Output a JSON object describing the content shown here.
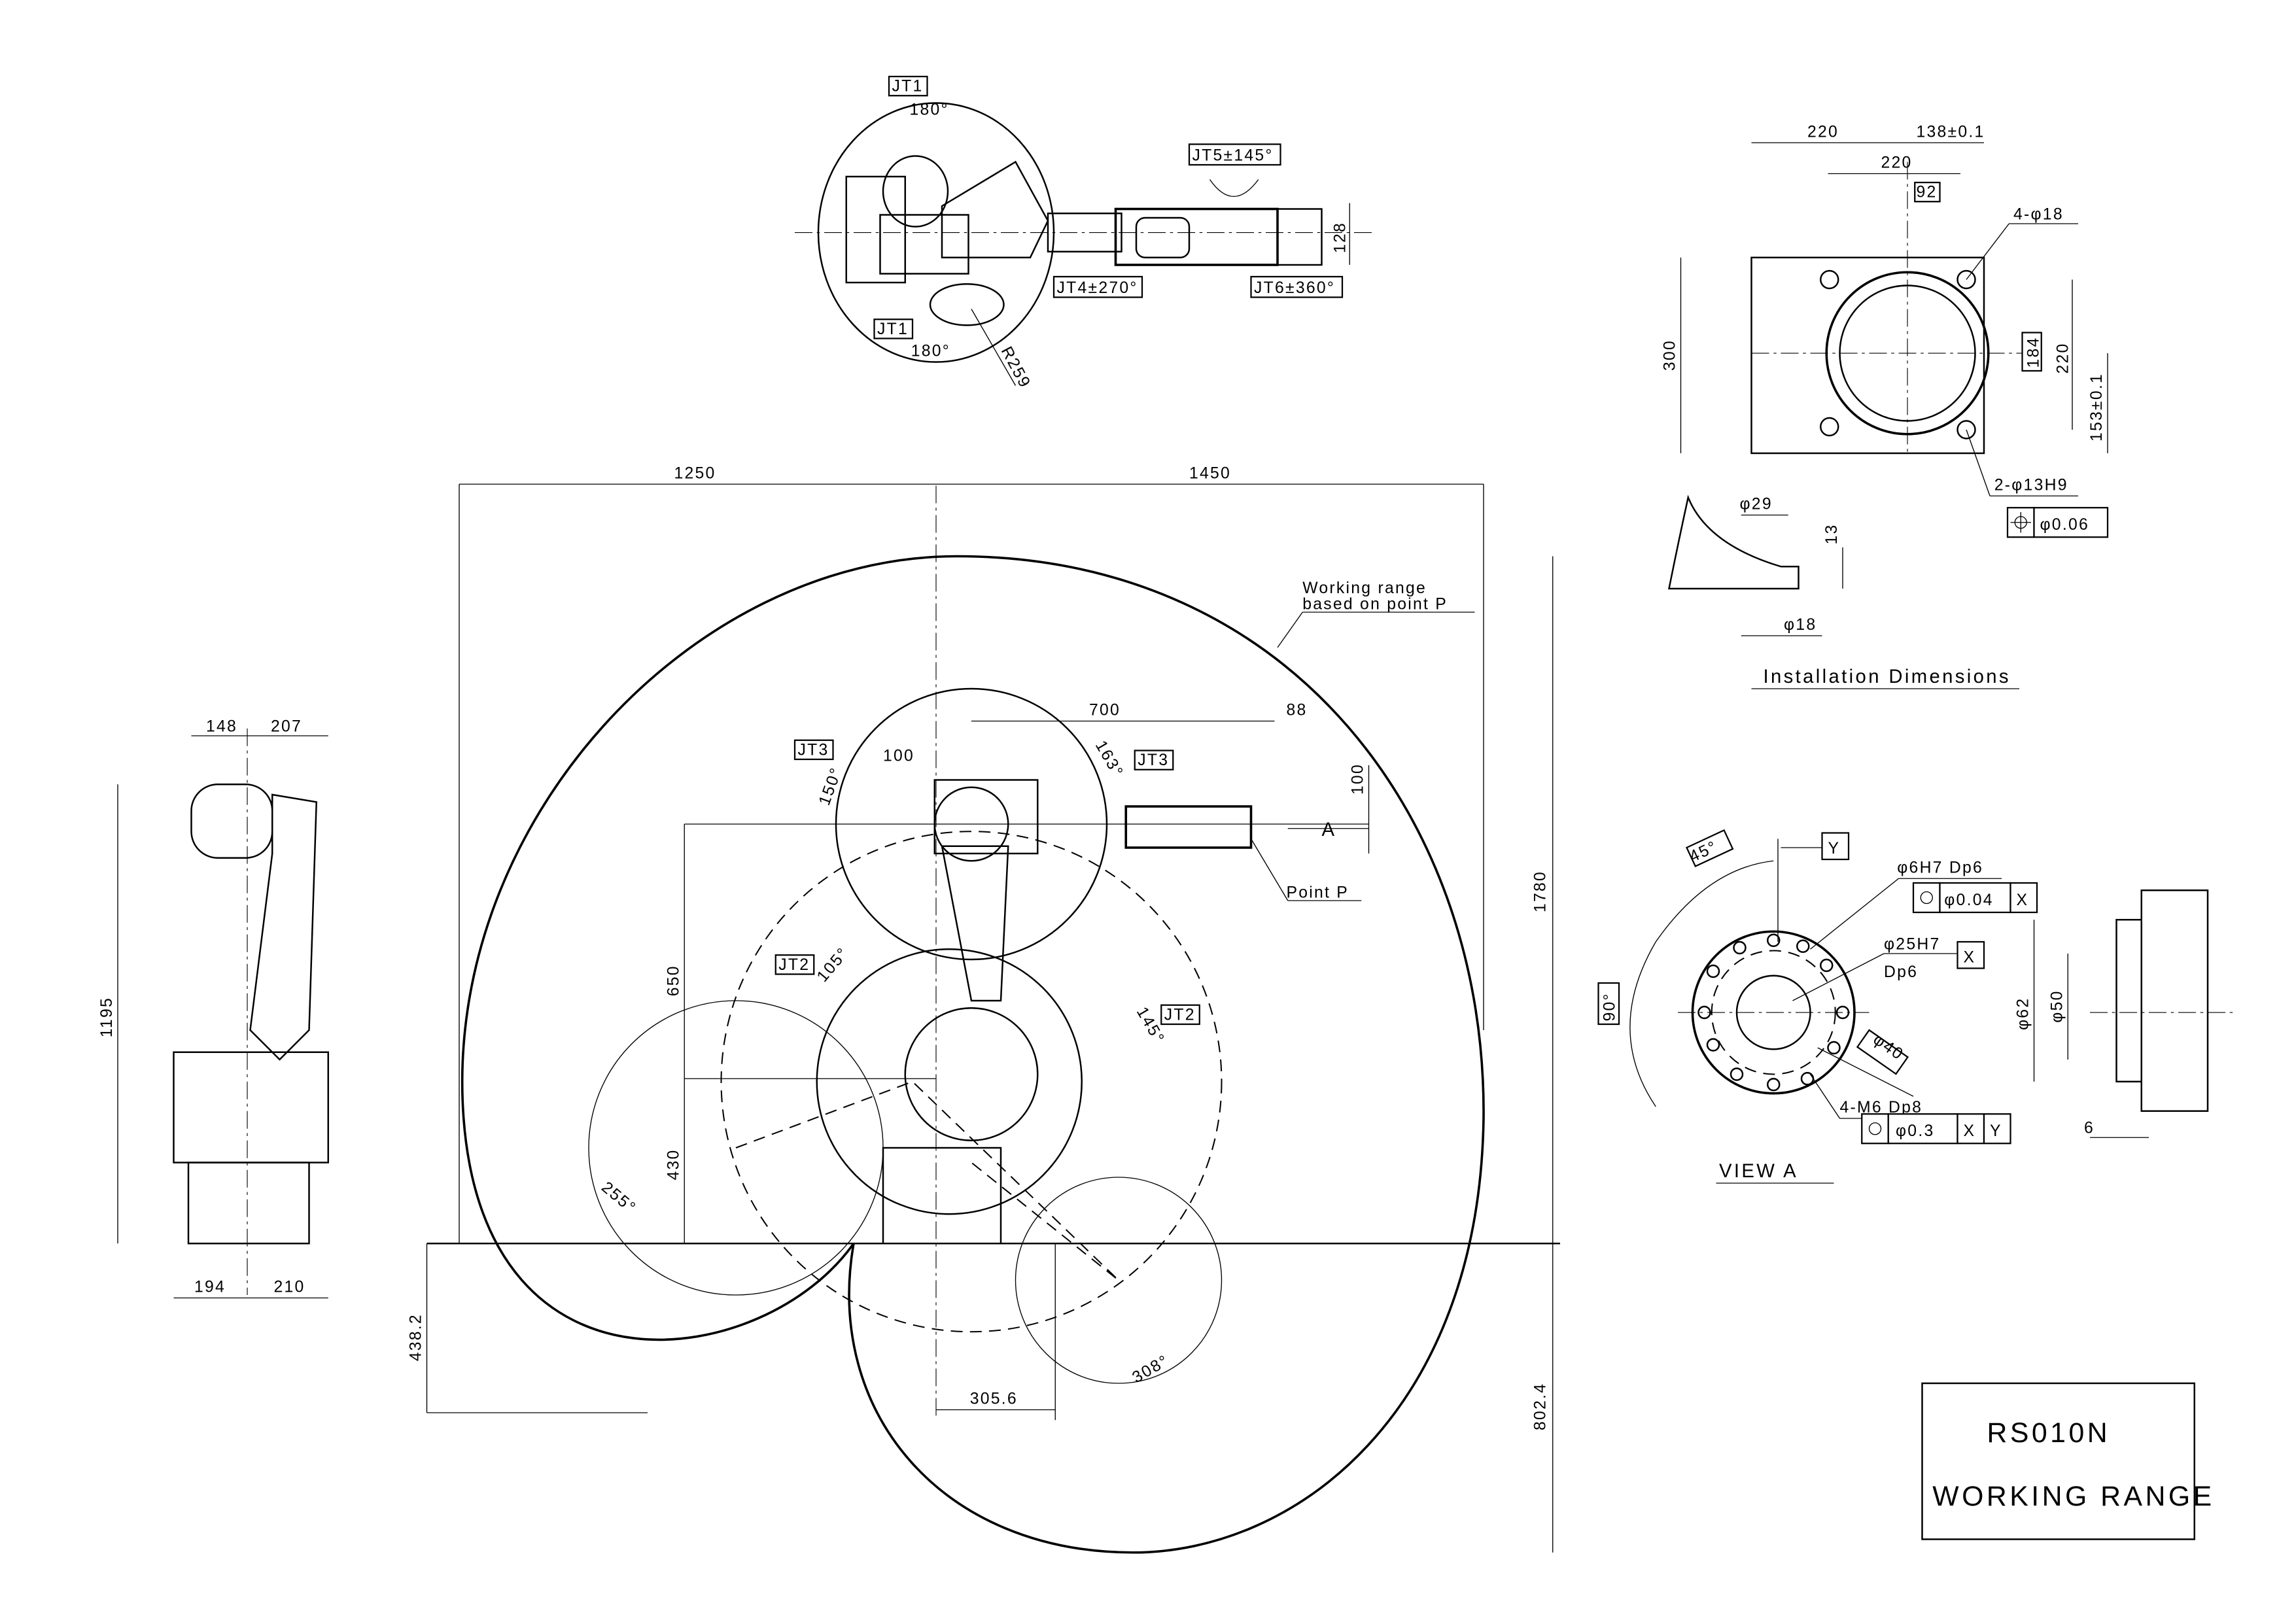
{
  "title_block": {
    "model": "RS010N",
    "subtitle": "WORKING RANGE"
  },
  "top_view": {
    "jt1_top": "JT1",
    "angle_top": "180°",
    "jt1_bottom": "JT1",
    "angle_bottom": "180°",
    "radius": "R259",
    "jt4": "JT4±270°",
    "jt5": "JT5±145°",
    "jt6": "JT6±360°",
    "dim_128": "128"
  },
  "side_view": {
    "dim_148": "148",
    "dim_207": "207",
    "dim_1195": "1195",
    "dim_194": "194",
    "dim_210": "210"
  },
  "main_view": {
    "dim_1250": "1250",
    "dim_1450": "1450",
    "dim_1780": "1780",
    "dim_802_4": "802.4",
    "dim_438_2": "438.2",
    "dim_305_6": "305.6",
    "dim_650": "650",
    "dim_430": "430",
    "dim_700": "700",
    "dim_88": "88",
    "dim_100_h": "100",
    "dim_100_v": "100",
    "jt3_left": "JT3",
    "jt3_right": "JT3",
    "jt2_left": "JT2",
    "jt2_right": "JT2",
    "angle_150": "150°",
    "angle_163": "163°",
    "angle_105": "105°",
    "angle_145": "145°",
    "angle_255": "255°",
    "angle_308": "308°",
    "point_p": "Point P",
    "view_marker": "A",
    "working_range_line1": "Working range",
    "working_range_line2": "based on point P"
  },
  "installation": {
    "dim_220_top": "220",
    "dim_138": "138±0.1",
    "dim_220_inner": "220",
    "dim_92": "92",
    "hole_4_18": "4-φ18",
    "dim_300": "300",
    "dim_184": "184",
    "dim_220_right": "220",
    "dim_153": "153±0.1",
    "hole_2_13": "2-φ13H9",
    "tolerance": "φ0.06",
    "phi_29": "φ29",
    "dim_13": "13",
    "phi_18": "φ18",
    "caption": "Installation Dimensions"
  },
  "view_a": {
    "angle_45": "45°",
    "angle_90": "90°",
    "datum_y": "Y",
    "hole_6h7": "φ6H7 Dp6",
    "tol1": "φ0.04",
    "tol1_datum": "X",
    "hole_25h7": "φ25H7",
    "hole_25_depth": "Dp6",
    "datum_x": "X",
    "phi_40": "φ40",
    "tapped": "4-M6 Dp8",
    "tol2": "φ0.3",
    "tol2_d1": "X",
    "tol2_d2": "Y",
    "phi_62": "φ62",
    "phi_50": "φ50",
    "dim_6": "6",
    "caption": "VIEW A"
  }
}
